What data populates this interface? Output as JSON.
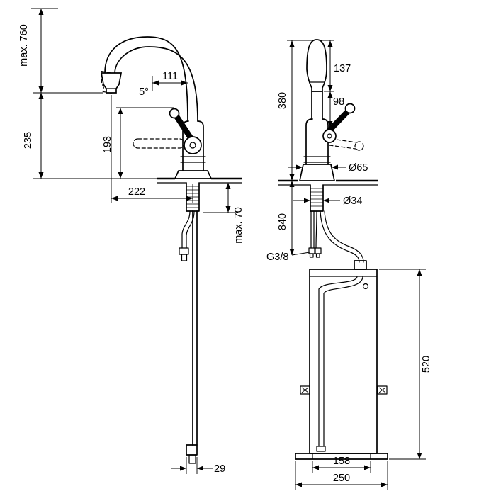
{
  "page": {
    "background": "#ffffff",
    "line_color": "#000000"
  },
  "left_view": {
    "labels": {
      "max_height": "max. 760",
      "outlet_height": "235",
      "handle_height": "193",
      "spray_angle": "5°",
      "spout_inner_offset": "111",
      "spout_reach": "222",
      "max_counter_thickness": "max. 70",
      "hose_connector_width": "29"
    }
  },
  "right_view": {
    "labels": {
      "spray_head_length": "137",
      "head_to_body": "98",
      "spout_top_height": "380",
      "base_diameter": "Ø65",
      "shank_diameter": "Ø34",
      "hose_drop_length": "840",
      "supply_connection": "G3/8",
      "box_height": "520",
      "bolt_spacing": "158",
      "base_plate_width": "250"
    }
  }
}
